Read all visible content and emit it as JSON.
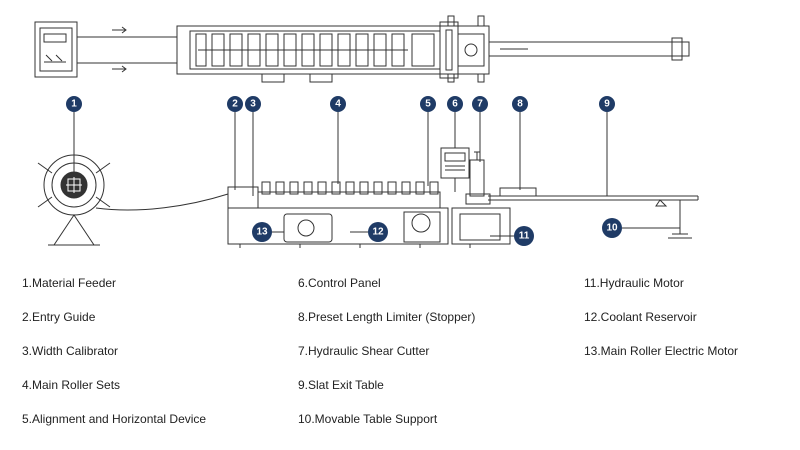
{
  "colors": {
    "line": "#333333",
    "badge": "#1f3b66",
    "background": "#ffffff"
  },
  "badges": {
    "b1": "1",
    "b2": "2",
    "b3": "3",
    "b4": "4",
    "b5": "5",
    "b6": "6",
    "b7": "7",
    "b8": "8",
    "b9": "9",
    "b10": "10",
    "b11": "11",
    "b12": "12",
    "b13": "13"
  },
  "legend": {
    "col1": [
      "1.Material Feeder",
      "2.Entry Guide",
      "3.Width Calibrator",
      "4.Main Roller Sets",
      "5.Alignment and Horizontal Device"
    ],
    "col2": [
      "6.Control Panel",
      "8.Preset Length Limiter (Stopper)",
      "7.Hydraulic Shear Cutter",
      "9.Slat Exit Table",
      "10.Movable Table Support"
    ],
    "col3": [
      "11.Hydraulic Motor",
      "12.Coolant Reservoir",
      "13.Main Roller Electric Motor"
    ]
  }
}
